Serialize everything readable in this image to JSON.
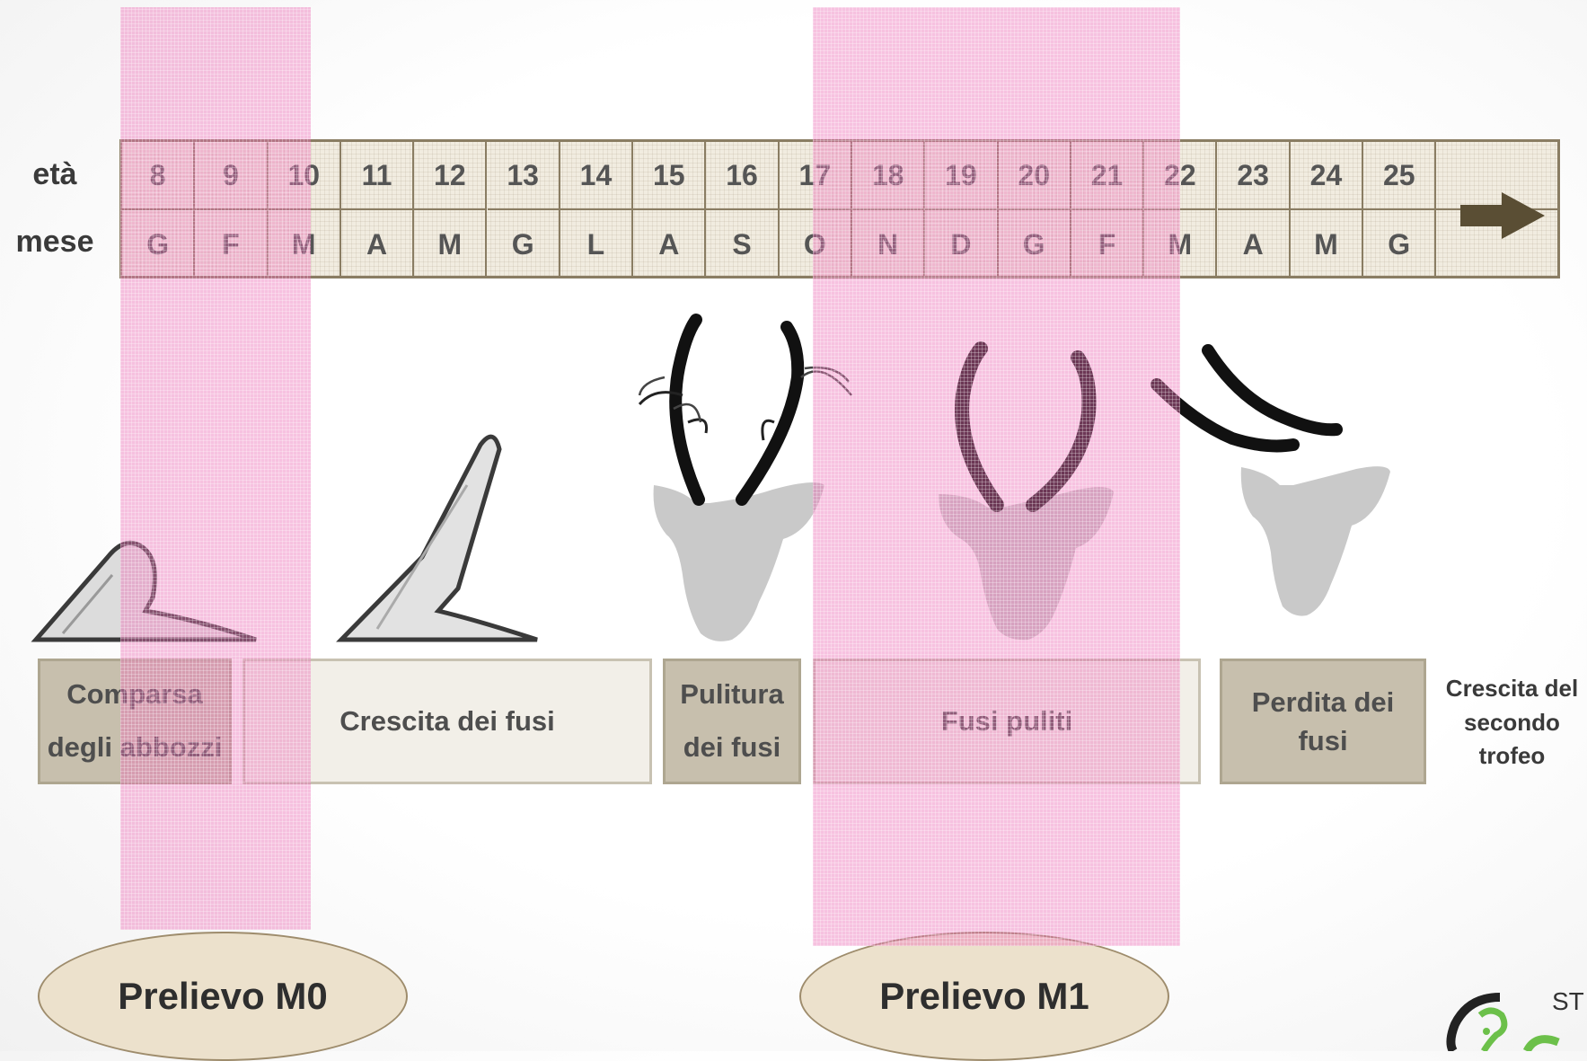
{
  "row_labels": {
    "age": "età",
    "month": "mese"
  },
  "ages": [
    "8",
    "9",
    "10",
    "11",
    "12",
    "13",
    "14",
    "15",
    "16",
    "17",
    "18",
    "19",
    "20",
    "21",
    "22",
    "23",
    "24",
    "25"
  ],
  "months": [
    "G",
    "F",
    "M",
    "A",
    "M",
    "G",
    "L",
    "A",
    "S",
    "O",
    "N",
    "D",
    "G",
    "F",
    "M",
    "A",
    "M",
    "G"
  ],
  "phases": {
    "comparsa_line1": "Comparsa",
    "comparsa_line2": "degli abbozzi",
    "crescita": "Crescita dei fusi",
    "pulitura_line1": "Pulitura",
    "pulitura_line2": "dei fusi",
    "fusi_puliti": "Fusi puliti",
    "perdita_line1": "Perdita dei",
    "perdita_line2": "fusi",
    "secondo_line1": "Crescita del",
    "secondo_line2": "secondo",
    "secondo_line3": "trofeo"
  },
  "samples": {
    "m0": "Prelievo M0",
    "m1": "Prelievo M1"
  },
  "logo_text": "ST",
  "colors": {
    "band": "#ec6eb4",
    "timeline_bg": "#f1ece0",
    "phase_dark": "#c7bfad",
    "oval_bg": "#ece1cc",
    "arrow": "#5a4e34"
  }
}
